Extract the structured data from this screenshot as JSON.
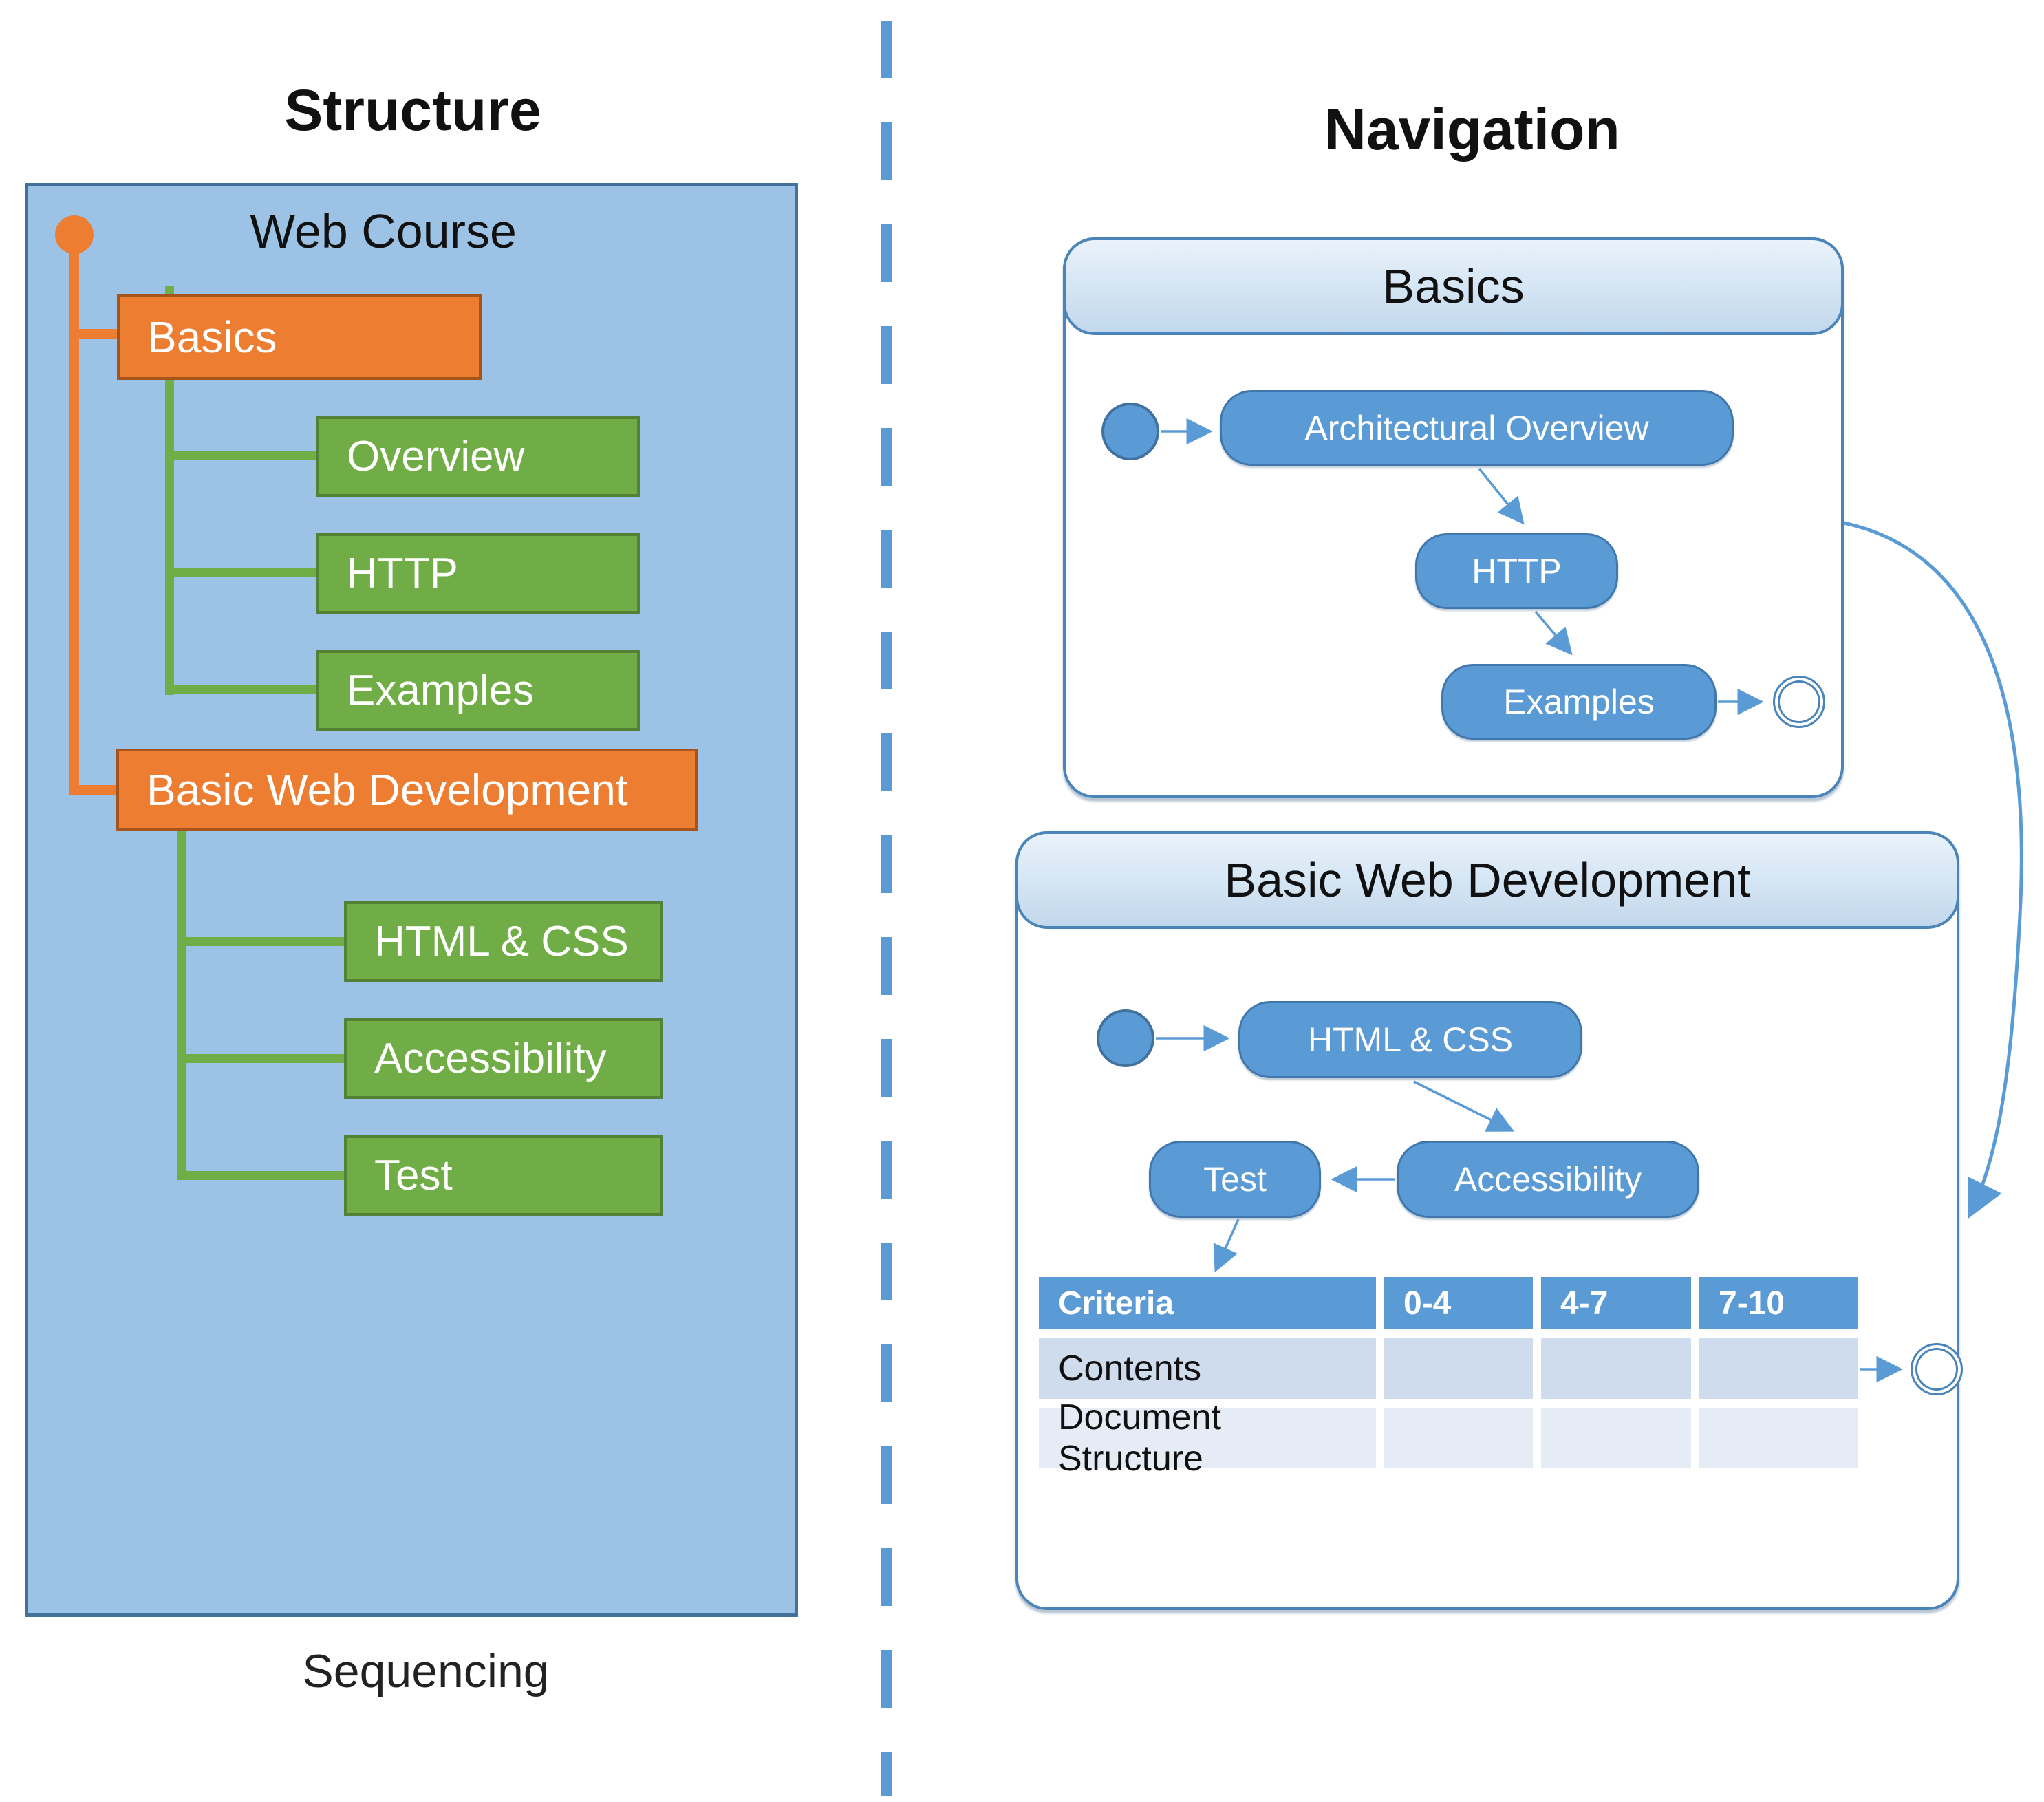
{
  "left": {
    "title": "Structure",
    "caption": "Sequencing",
    "course_label": "Web Course",
    "modules": [
      {
        "label": "Basics",
        "children": [
          "Overview",
          "HTTP",
          "Examples"
        ]
      },
      {
        "label": "Basic Web Development",
        "children": [
          "HTML & CSS",
          "Accessibility",
          "Test"
        ]
      }
    ]
  },
  "right": {
    "title": "Navigation",
    "basics": {
      "title": "Basics",
      "nodes": [
        "Architectural Overview",
        "HTTP",
        "Examples"
      ]
    },
    "bwd": {
      "title": "Basic Web Development",
      "nodes": [
        "HTML & CSS",
        "Test",
        "Accessibility"
      ]
    },
    "table": {
      "headers": [
        "Criteria",
        "0-4",
        "4-7",
        "7-10"
      ],
      "rows": [
        {
          "label": "Contents"
        },
        {
          "label": "Document Structure"
        }
      ]
    }
  },
  "icons": {
    "start_node": "filled-circle-start-node",
    "end_node": "ring-end-node",
    "arrow": "triangle-arrowhead"
  },
  "colors": {
    "panel_fill": "#9CC3E5",
    "panel_border": "#41719C",
    "module_fill": "#ED7D31",
    "module_border": "#A5541B",
    "lesson_fill": "#70AD47",
    "lesson_border": "#538135",
    "nav_accent": "#5B9BD5",
    "nav_border": "#4A84B8",
    "nav_header_gradient_top": "#EAF2FA",
    "nav_header_gradient_bottom": "#C2D8EC",
    "table_header_fill": "#5B9BD5",
    "table_row_fill": "#CEDCEE",
    "table_row_alt_fill": "#E6ECF6",
    "divider_color": "#5B9BD5",
    "text_dark": "#111111"
  }
}
